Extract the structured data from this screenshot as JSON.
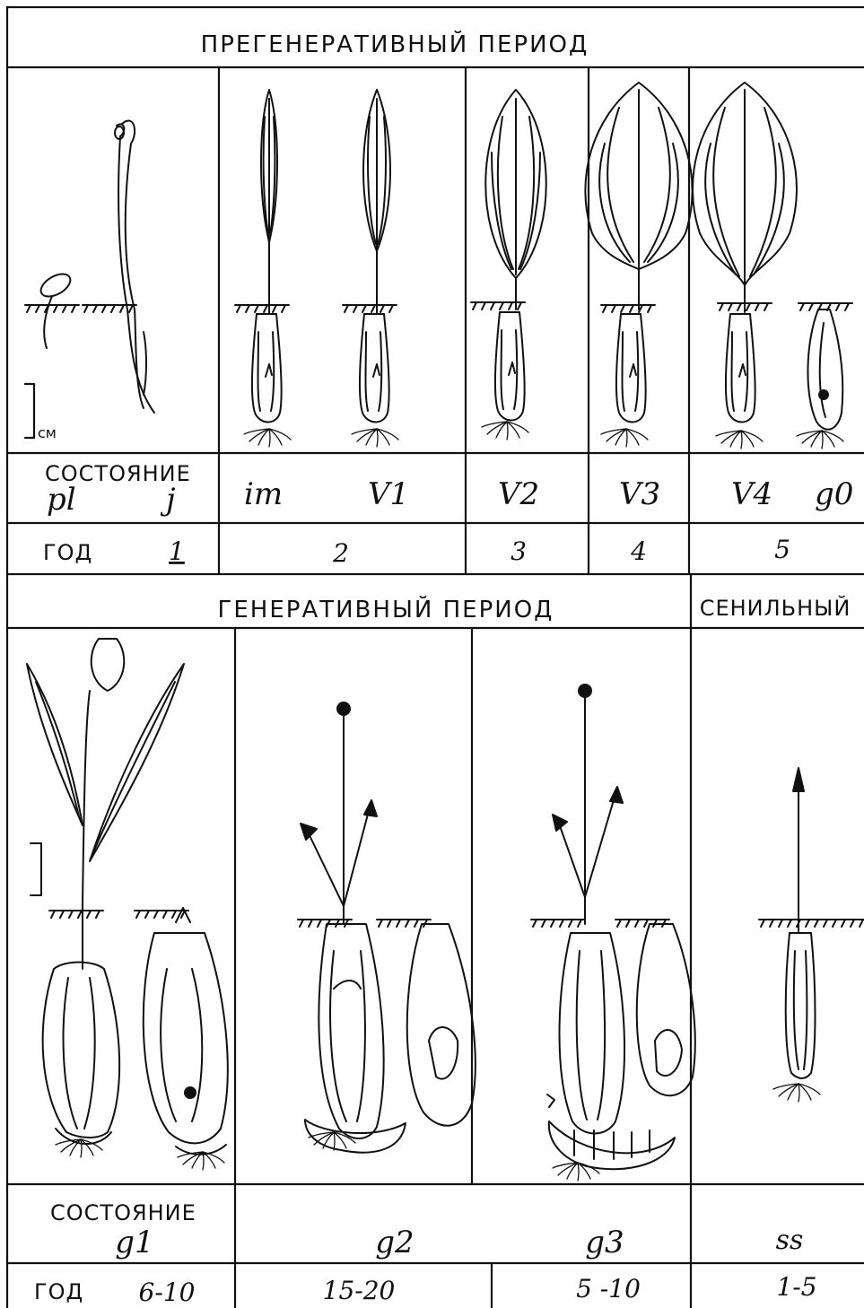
{
  "top_section": {
    "title": "ПРЕГЕНЕРАТИВНЫЙ ПЕРИОД",
    "scale_label": "см",
    "state_label": "СОСТОЯНИЕ",
    "year_label": "ГОД",
    "states": [
      "pl",
      "j",
      "im",
      "V1",
      "V2",
      "V3",
      "V4",
      "g0"
    ],
    "years": [
      "1",
      "2",
      "3",
      "4",
      "5"
    ]
  },
  "bottom_section": {
    "title": "ГЕНЕРАТИВНЫЙ ПЕРИОД",
    "title_senile": "СЕНИЛЬНЫЙ",
    "state_label": "СОСТОЯНИЕ",
    "year_label": "ГОД",
    "states": [
      "g1",
      "g2",
      "g3",
      "ss"
    ],
    "years": [
      "6-10",
      "15-20",
      "5 -10",
      "1-5"
    ]
  }
}
